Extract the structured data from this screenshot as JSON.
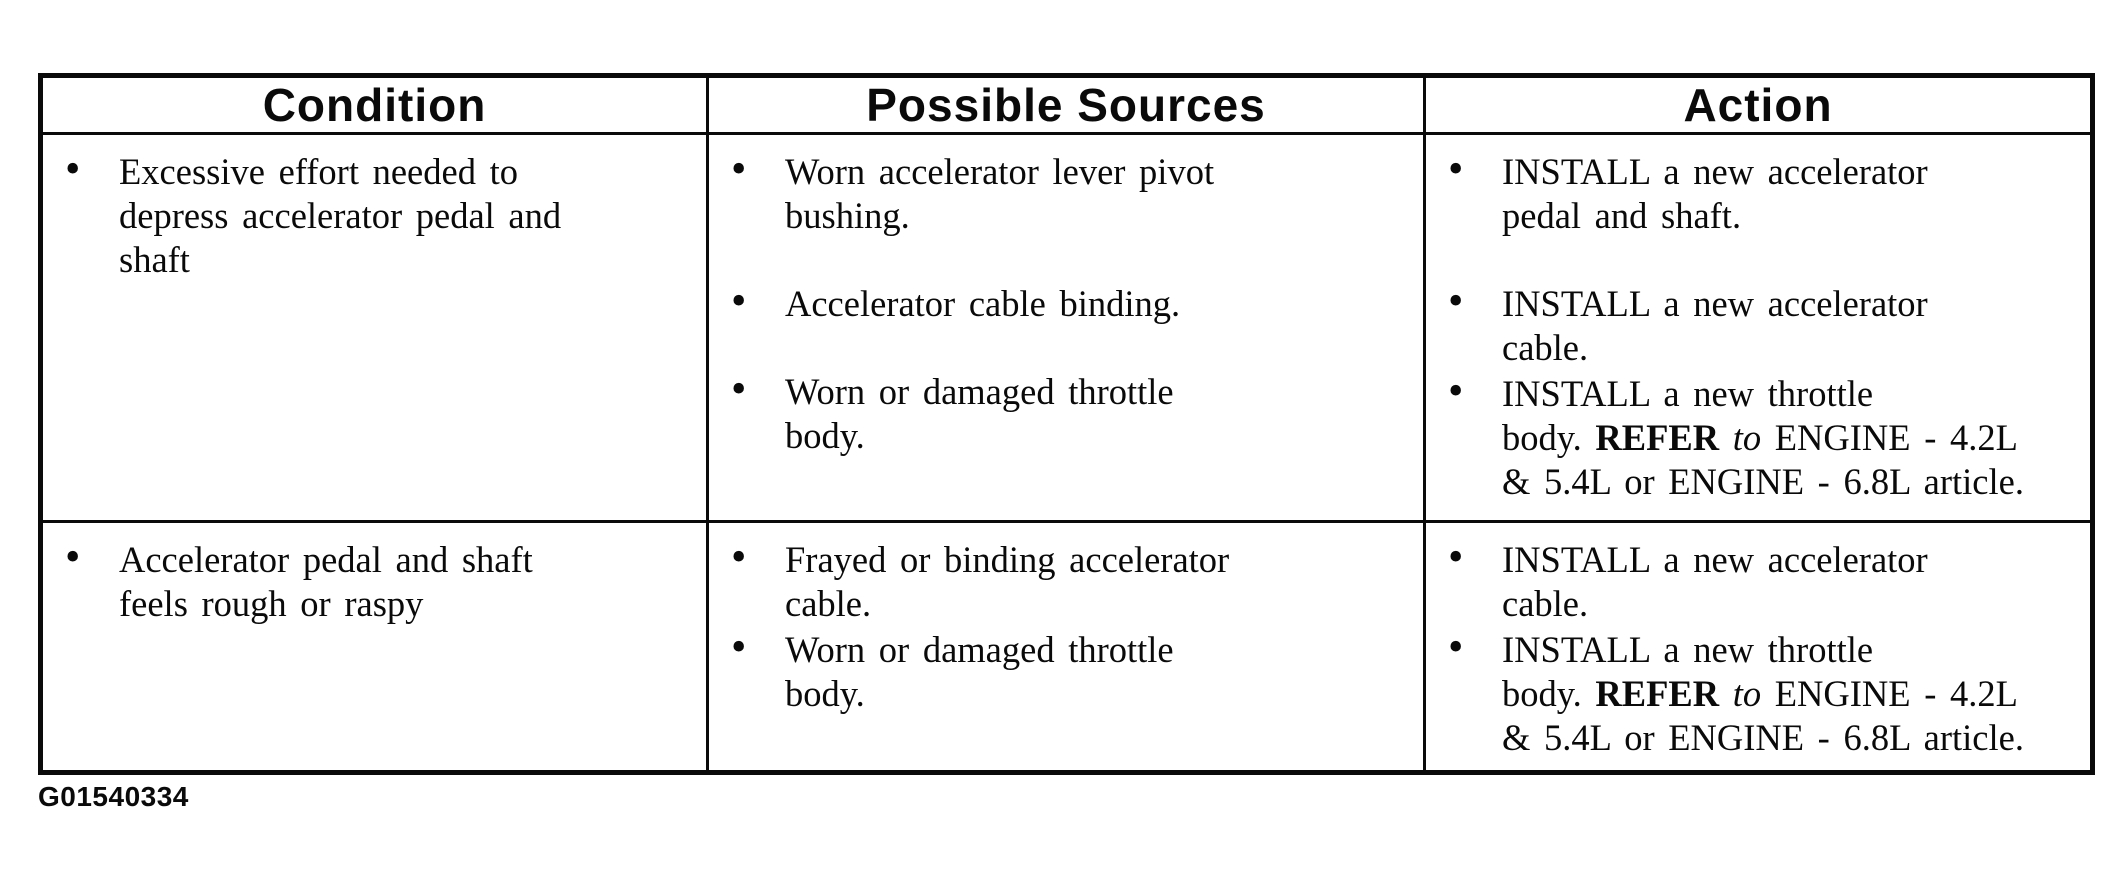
{
  "document": {
    "caption": "G01540334",
    "bullet_glyph": "•",
    "colors": {
      "text": "#0a0a0a",
      "border": "#0a0a0a",
      "background": "#ffffff"
    }
  },
  "table": {
    "headers": [
      {
        "label": "Condition"
      },
      {
        "label": "Possible Sources"
      },
      {
        "label": "Action"
      }
    ],
    "rows": [
      {
        "cells": [
          {
            "column": "condition",
            "items": [
              {
                "space_before": false,
                "lines": [
                  [
                    "Excessive effort needed to"
                  ],
                  [
                    "depress accelerator pedal and"
                  ],
                  [
                    "shaft"
                  ]
                ]
              }
            ]
          },
          {
            "column": "possible_sources",
            "items": [
              {
                "space_before": false,
                "lines": [
                  [
                    "Worn accelerator lever pivot"
                  ],
                  [
                    "bushing."
                  ]
                ]
              },
              {
                "space_before": true,
                "lines": [
                  [
                    "Accelerator cable binding."
                  ]
                ]
              },
              {
                "space_before": true,
                "lines": [
                  [
                    "Worn or damaged throttle"
                  ],
                  [
                    "body."
                  ]
                ]
              }
            ]
          },
          {
            "column": "action",
            "items": [
              {
                "space_before": false,
                "lines": [
                  [
                    "INSTALL a new accelerator"
                  ],
                  [
                    "pedal and shaft."
                  ]
                ]
              },
              {
                "space_before": true,
                "lines": [
                  [
                    "INSTALL a new accelerator"
                  ],
                  [
                    "cable."
                  ]
                ]
              },
              {
                "space_before": false,
                "lines": [
                  [
                    "INSTALL a new throttle"
                  ],
                  [
                    {
                      "t": "body. "
                    },
                    {
                      "t": "REFER",
                      "style": "bold"
                    },
                    {
                      "t": " "
                    },
                    {
                      "t": "to",
                      "style": "italic"
                    },
                    {
                      "t": " ENGINE - 4.2L"
                    }
                  ],
                  [
                    "& 5.4L or ENGINE - 6.8L article."
                  ]
                ]
              }
            ]
          }
        ]
      },
      {
        "cells": [
          {
            "column": "condition",
            "items": [
              {
                "space_before": false,
                "lines": [
                  [
                    "Accelerator pedal and shaft"
                  ],
                  [
                    "feels rough or raspy"
                  ]
                ]
              }
            ]
          },
          {
            "column": "possible_sources",
            "items": [
              {
                "space_before": false,
                "lines": [
                  [
                    "Frayed or binding accelerator"
                  ],
                  [
                    "cable."
                  ]
                ]
              },
              {
                "space_before": false,
                "lines": [
                  [
                    "Worn or damaged throttle"
                  ],
                  [
                    "body."
                  ]
                ]
              }
            ]
          },
          {
            "column": "action",
            "items": [
              {
                "space_before": false,
                "lines": [
                  [
                    "INSTALL a new accelerator"
                  ],
                  [
                    "cable."
                  ]
                ]
              },
              {
                "space_before": false,
                "lines": [
                  [
                    "INSTALL a new throttle"
                  ],
                  [
                    {
                      "t": "body. "
                    },
                    {
                      "t": "REFER",
                      "style": "bold"
                    },
                    {
                      "t": " "
                    },
                    {
                      "t": "to",
                      "style": "italic"
                    },
                    {
                      "t": " ENGINE - 4.2L"
                    }
                  ],
                  [
                    "& 5.4L or ENGINE - 6.8L article."
                  ]
                ]
              }
            ]
          }
        ]
      }
    ]
  }
}
